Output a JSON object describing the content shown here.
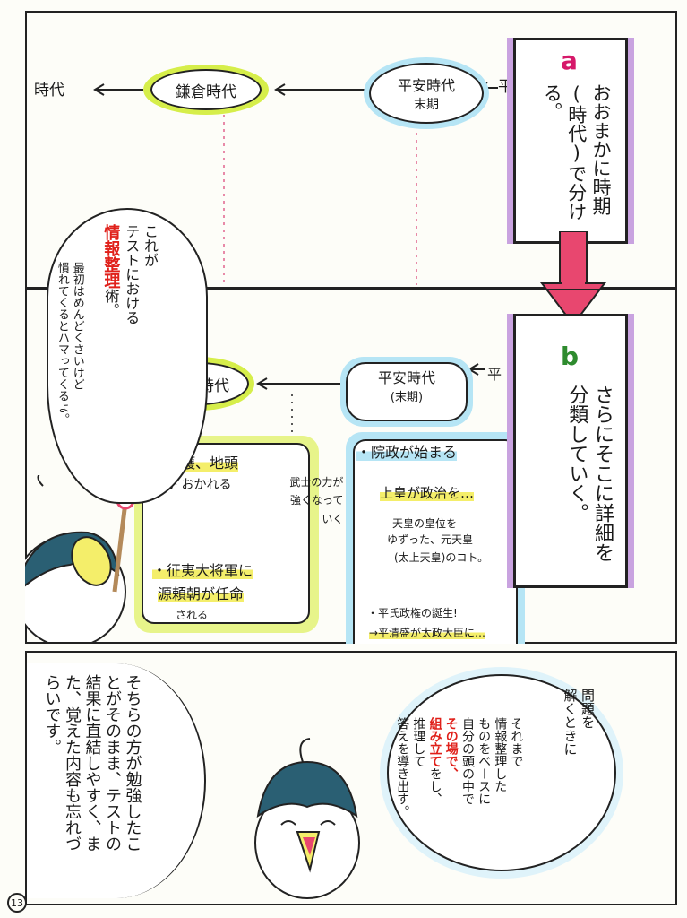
{
  "panel_top": {
    "jidai_left": "時代",
    "kamakura": "鎌倉時代",
    "heian_line1": "平安時代",
    "heian_line2": "末期",
    "heian_partial": "平",
    "box_a": {
      "letter": "a",
      "text": "おおまかに時期(時代)で分ける。"
    }
  },
  "panel_middle": {
    "speech_main_1": "これが",
    "speech_main_2": "テストにおける",
    "speech_main_red": "情報整理",
    "speech_main_3": "術。",
    "speech_sub_1": "最初はめんどくさいけど",
    "speech_sub_2": "慣れてくるとハマってくるよ。",
    "kamakura": "鎌倉時代",
    "heian_line1": "平安時代",
    "heian_line2": "(末期)",
    "heian_partial": "平",
    "kamakura_notes": {
      "n1": "・守護、地頭",
      "n2": "が おかれる",
      "n3": "・征夷大将軍に",
      "n4": "源頼朝が任命",
      "n5": "される"
    },
    "middle_note": {
      "l1": "武士の力が",
      "l2": "強くなって",
      "l3": "いく"
    },
    "heian_notes": {
      "n1": "・院政が始まる",
      "n2": "上皇が政治を…",
      "n3": "天皇の皇位を",
      "n4": "ゆずった、元天皇",
      "n5": "(太上天皇)のコト。",
      "n6": "・平氏政権の誕生!",
      "n7": "→平清盛が太政大臣に…"
    },
    "box_b": {
      "letter": "b",
      "text": "さらにそこに詳細を分類していく。"
    }
  },
  "panel_bottom": {
    "left_text": "そちらの方が勉強したことがそのまま、テストの結果に直結しやすく、また、覚えた内容も忘れづらいです。",
    "right_bubble": {
      "l1": "問題を",
      "l2": "解くときに",
      "l3": "それまで",
      "l4": "情報整理した",
      "l5": "ものをベースに",
      "l6": "自分の頭の中で",
      "l7_red": "その場で、",
      "l8_red": "組み立て",
      "l8_rest": "をし、",
      "l9": "推理して",
      "l10": "答えを導き出す。"
    }
  },
  "page_number": "13",
  "colors": {
    "purple": "#c9a3e0",
    "pink_arrow": "#e8476f",
    "yellow_green": "#d6ee4a",
    "light_blue": "#b6e5f5",
    "red_text": "#e0201a",
    "letter_a": "#d6196a",
    "letter_b": "#2e8b2e"
  }
}
